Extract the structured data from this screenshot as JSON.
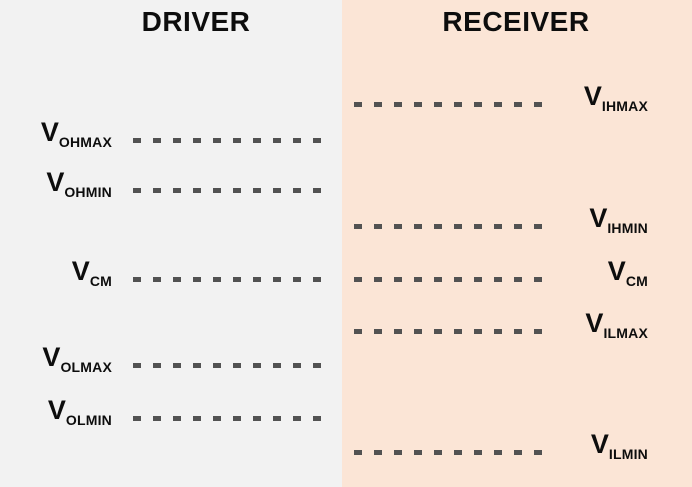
{
  "colors": {
    "driver_bg": "#f2f2f2",
    "receiver_bg": "#fbe5d6",
    "dash": "#525252",
    "text": "#0d0d0d"
  },
  "driver": {
    "title": "DRIVER",
    "rows": [
      {
        "main": "V",
        "sub": "OHMAX"
      },
      {
        "main": "V",
        "sub": "OHMIN"
      },
      {
        "main": "V",
        "sub": "CM"
      },
      {
        "main": "V",
        "sub": "OLMAX"
      },
      {
        "main": "V",
        "sub": "OLMIN"
      }
    ]
  },
  "receiver": {
    "title": "RECEIVER",
    "rows": [
      {
        "main": "V",
        "sub": "IHMAX"
      },
      {
        "main": "V",
        "sub": "IHMIN"
      },
      {
        "main": "V",
        "sub": "CM"
      },
      {
        "main": "V",
        "sub": "ILMAX"
      },
      {
        "main": "V",
        "sub": "ILMIN"
      }
    ]
  }
}
